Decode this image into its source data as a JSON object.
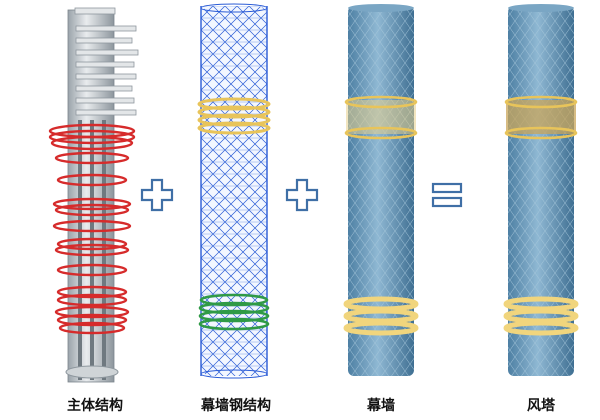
{
  "labels": {
    "structure": "主体结构",
    "steel": "幕墙钢结构",
    "curtain": "幕墙",
    "tower": "风塔"
  },
  "operators": [
    "plus",
    "plus",
    "equals"
  ],
  "colors": {
    "operator": "#3f6fa6",
    "ring_red": "#d62b2b",
    "ring_gold": "#e8c45a",
    "ring_green": "#2f9a46",
    "mesh_blue": "#2a5bd6",
    "glass": "#6f9fc0",
    "concrete": "#d8dcdf"
  }
}
